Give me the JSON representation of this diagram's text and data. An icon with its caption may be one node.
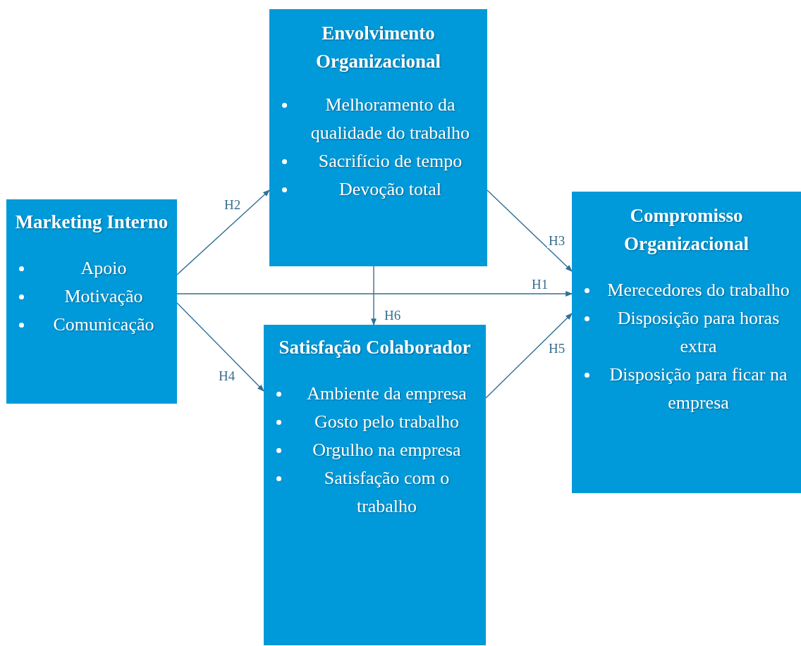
{
  "diagram": {
    "nodes": [
      {
        "text": [
          "Marketing Interno",
          "Apoio",
          "Motivação",
          "Comunicação"
        ]
      },
      {
        "text": [
          "Envolvimento Organizacional",
          "Melhoramento da qualidade do trabalho",
          "Sacrifício de tempo",
          "Devoção total"
        ]
      },
      {
        "text": [
          "Satisfação Colaborador",
          "Ambiente da empresa",
          "Gosto pelo trabalho",
          "Orgulho na empresa",
          "Satisfação com o trabalho"
        ]
      },
      {
        "text": [
          "Compromisso Organizacional",
          "Merecedores do trabalho",
          "Disposição para horas extra",
          "Disposição para ficar na empresa"
        ]
      }
    ],
    "edges": [
      {
        "from": 0,
        "to": 3,
        "arrow": "to",
        "label": "H1"
      },
      {
        "from": 0,
        "to": 1,
        "arrow": "to",
        "label": "H2"
      },
      {
        "from": 1,
        "to": 3,
        "arrow": "to",
        "label": "H3"
      },
      {
        "from": 0,
        "to": 2,
        "arrow": "to",
        "label": "H4"
      },
      {
        "from": 2,
        "to": 3,
        "arrow": "to",
        "label": "H5"
      },
      {
        "from": 1,
        "to": 2,
        "arrow": "to",
        "label": "H6"
      }
    ]
  }
}
